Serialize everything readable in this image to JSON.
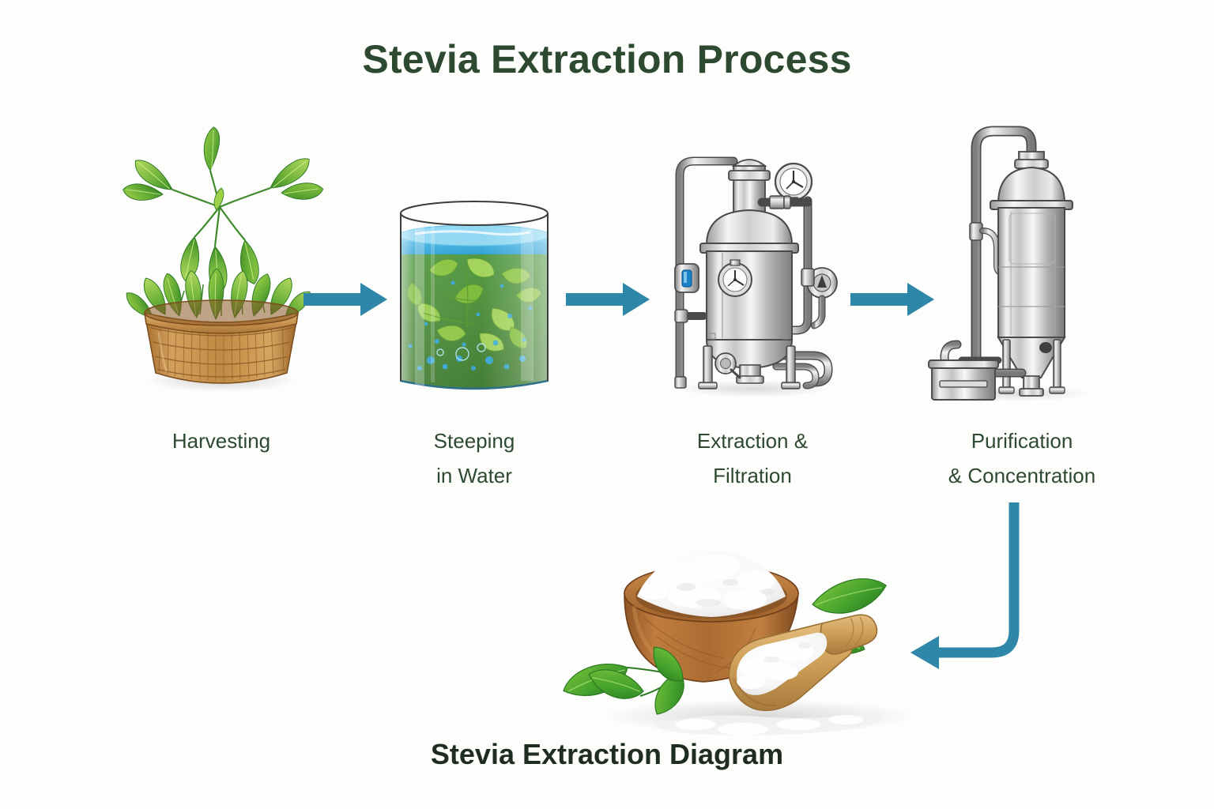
{
  "page": {
    "title": "Stevia Extraction Process",
    "caption": "Stevia Extraction Diagram",
    "background_color": "#fdfdfc",
    "title_color": "#2d4a31",
    "caption_color": "#1f2d20",
    "arrow_color": "#2e86a8"
  },
  "flow": {
    "steps": [
      {
        "id": "harvesting",
        "label_line1": "Harvesting",
        "label_line2": "",
        "illustration": "stevia-leaves-in-wicker-basket"
      },
      {
        "id": "steeping",
        "label_line1": "Steeping",
        "label_line2": "in Water",
        "illustration": "glass-vessel-with-leaves-in-water"
      },
      {
        "id": "extraction-filtration",
        "label_line1": "Extraction &",
        "label_line2": "Filtration",
        "illustration": "stainless-steel-extraction-tank-with-gauges"
      },
      {
        "id": "purification-concentration",
        "label_line1": "Purification",
        "label_line2": "& Concentration",
        "illustration": "vertical-distillation-column-with-collection-tank"
      }
    ],
    "arrows": [
      {
        "id": "arrow-1",
        "direction": "right",
        "from": "harvesting",
        "to": "steeping"
      },
      {
        "id": "arrow-2",
        "direction": "right",
        "from": "steeping",
        "to": "extraction-filtration"
      },
      {
        "id": "arrow-3",
        "direction": "right",
        "from": "extraction-filtration",
        "to": "purification-concentration"
      },
      {
        "id": "arrow-4",
        "direction": "down-then-left",
        "from": "purification-concentration",
        "to": "final-product"
      }
    ],
    "final_product": {
      "id": "final-product",
      "illustration": "wooden-bowl-of-stevia-powder-with-scoop-and-leaves"
    }
  },
  "colors": {
    "leaf_light": "#8cc63f",
    "leaf_mid": "#5aa832",
    "leaf_dark": "#2f7d26",
    "basket_light": "#d9a35c",
    "basket_mid": "#b97f3d",
    "basket_dark": "#8a5a27",
    "water_blue": "#45b3e0",
    "water_deep": "#3f8f4f",
    "steel_light": "#f2f2f2",
    "steel_mid": "#c9c9c9",
    "steel_dark": "#8a8a8a",
    "steel_line": "#4a4a4a",
    "powder_white": "#ffffff",
    "bowl_wood": "#b0703a"
  }
}
